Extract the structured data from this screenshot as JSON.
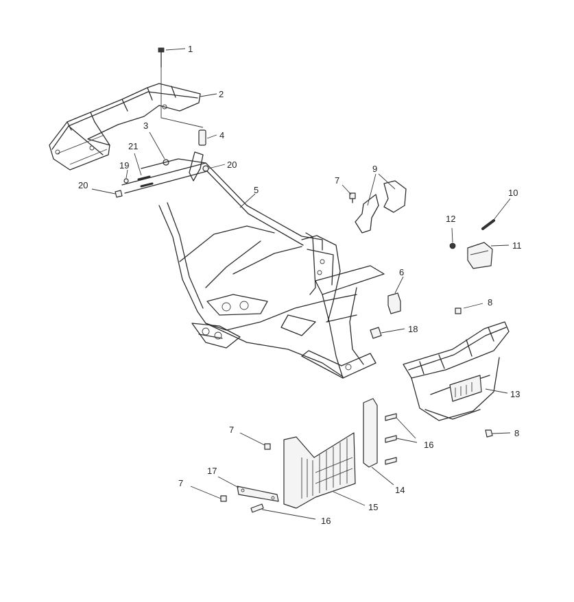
{
  "callouts": [
    {
      "id": "c1",
      "label": "1"
    },
    {
      "id": "c2",
      "label": "2"
    },
    {
      "id": "c3",
      "label": "3"
    },
    {
      "id": "c4",
      "label": "4"
    },
    {
      "id": "c5",
      "label": "5"
    },
    {
      "id": "c6",
      "label": "6"
    },
    {
      "id": "c7a",
      "label": "7"
    },
    {
      "id": "c7b",
      "label": "7"
    },
    {
      "id": "c7c",
      "label": "7"
    },
    {
      "id": "c8a",
      "label": "8"
    },
    {
      "id": "c8b",
      "label": "8"
    },
    {
      "id": "c9",
      "label": "9"
    },
    {
      "id": "c10",
      "label": "10"
    },
    {
      "id": "c11",
      "label": "11"
    },
    {
      "id": "c12",
      "label": "12"
    },
    {
      "id": "c13",
      "label": "13"
    },
    {
      "id": "c14",
      "label": "14"
    },
    {
      "id": "c15",
      "label": "15"
    },
    {
      "id": "c16a",
      "label": "16"
    },
    {
      "id": "c16b",
      "label": "16"
    },
    {
      "id": "c17",
      "label": "17"
    },
    {
      "id": "c18",
      "label": "18"
    },
    {
      "id": "c19",
      "label": "19"
    },
    {
      "id": "c20a",
      "label": "20"
    },
    {
      "id": "c20b",
      "label": "20"
    },
    {
      "id": "c21",
      "label": "21"
    }
  ]
}
